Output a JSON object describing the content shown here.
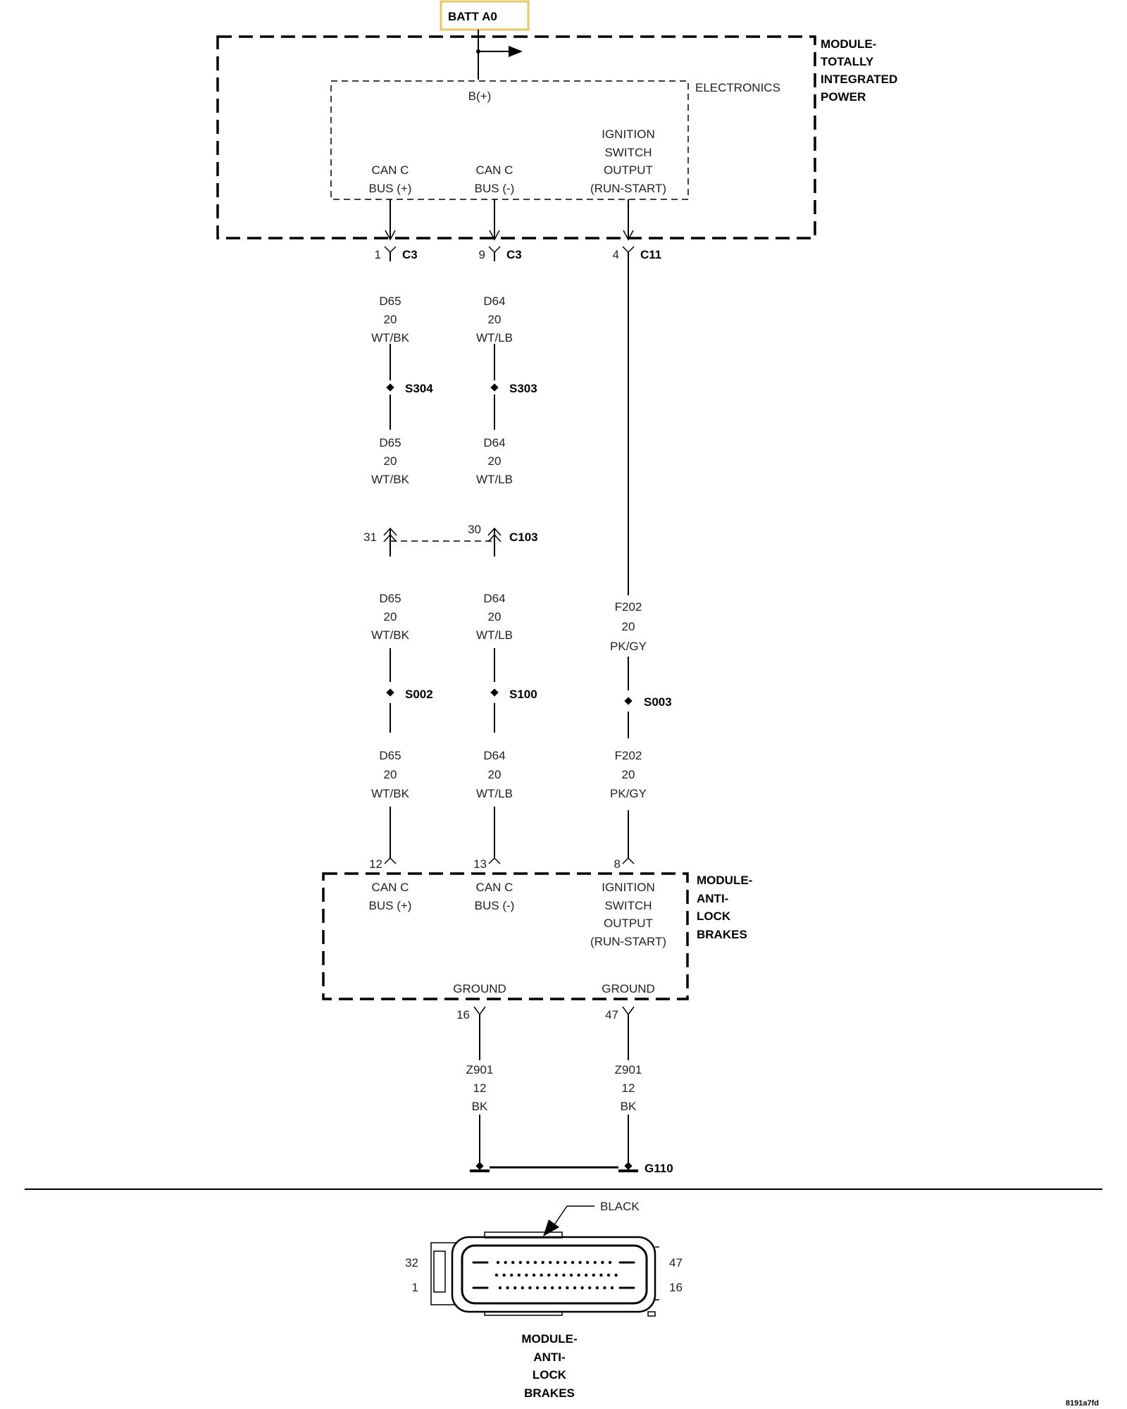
{
  "battery_label": "BATT A0",
  "tip_module": {
    "title_lines": [
      "MODULE-",
      "TOTALLY",
      "INTEGRATED",
      "POWER"
    ],
    "electronics_label": "ELECTRONICS",
    "bplus_label": "B(+)",
    "pin_labels": {
      "can_pos": [
        "CAN C",
        "BUS (+)"
      ],
      "can_neg": [
        "CAN C",
        "BUS (-)"
      ],
      "ignition": [
        "IGNITION",
        "SWITCH",
        "OUTPUT",
        "(RUN-START)"
      ]
    }
  },
  "connectors": [
    {
      "pin": "1",
      "name": "C3"
    },
    {
      "pin": "9",
      "name": "C3"
    },
    {
      "pin": "4",
      "name": "C11"
    }
  ],
  "wire_labels": {
    "d65": [
      "D65",
      "20",
      "WT/BK"
    ],
    "d64": [
      "D64",
      "20",
      "WT/LB"
    ],
    "f202": [
      "F202",
      "20",
      "PK/GY"
    ],
    "z901": [
      "Z901",
      "12",
      "BK"
    ]
  },
  "splices": {
    "s304": "S304",
    "s303": "S303",
    "s002": "S002",
    "s100": "S100",
    "s003": "S003"
  },
  "inline_connector": {
    "name": "C103",
    "pin_left": "31",
    "pin_right": "30"
  },
  "abs_module": {
    "title_lines": [
      "MODULE-",
      "ANTI-",
      "LOCK",
      "BRAKES"
    ],
    "pins": {
      "can_pos": "12",
      "can_neg": "13",
      "ignition": "8",
      "ground1": "16",
      "ground2": "47"
    },
    "pin_labels": {
      "can_pos": [
        "CAN C",
        "BUS (+)"
      ],
      "can_neg": [
        "CAN C",
        "BUS (-)"
      ],
      "ignition": [
        "IGNITION",
        "SWITCH",
        "OUTPUT",
        "(RUN-START)"
      ],
      "ground": "GROUND"
    }
  },
  "ground_label": "G110",
  "connector_view": {
    "color_label": "BLACK",
    "pin_numbers": {
      "top_left": "32",
      "bottom_left": "1",
      "top_right": "47",
      "bottom_right": "16"
    },
    "title_lines": [
      "MODULE-",
      "ANTI-",
      "LOCK",
      "BRAKES"
    ]
  },
  "figure_id": "8191a7fd"
}
